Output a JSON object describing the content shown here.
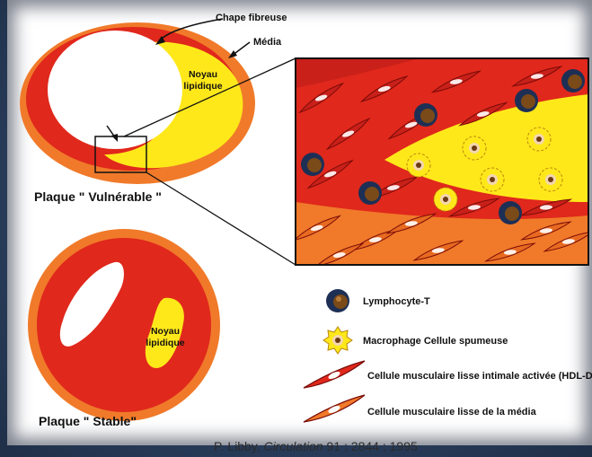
{
  "labels": {
    "chape": "Chape fibreuse",
    "media": "Média",
    "noyau_line1": "Noyau",
    "noyau_line2": "lipidique",
    "plaque_vulnerable": "Plaque \" Vulnérable \"",
    "plaque_stable": "Plaque \" Stable\""
  },
  "legend": {
    "items": [
      {
        "icon": "lymphocyte-icon",
        "label": "Lymphocyte-T"
      },
      {
        "icon": "macrophage-icon",
        "label": "Macrophage Cellule spumeuse"
      },
      {
        "icon": "activated-smooth-muscle-cell-icon",
        "label": "Cellule musculaire lisse intimale activée (HDL-DR)"
      },
      {
        "icon": "media-smooth-muscle-cell-icon",
        "label": "Cellule musculaire lisse de la média"
      }
    ]
  },
  "citation": {
    "author": "P. Libby, ",
    "journal": "Circulation",
    "ref": " 91 ; 2844 ; 1995"
  },
  "colors": {
    "red": "#e0281c",
    "dark_red": "#b3140e",
    "orange": "#f07a2a",
    "yellow": "#ffe81a",
    "navy": "#1e2f55"
  }
}
